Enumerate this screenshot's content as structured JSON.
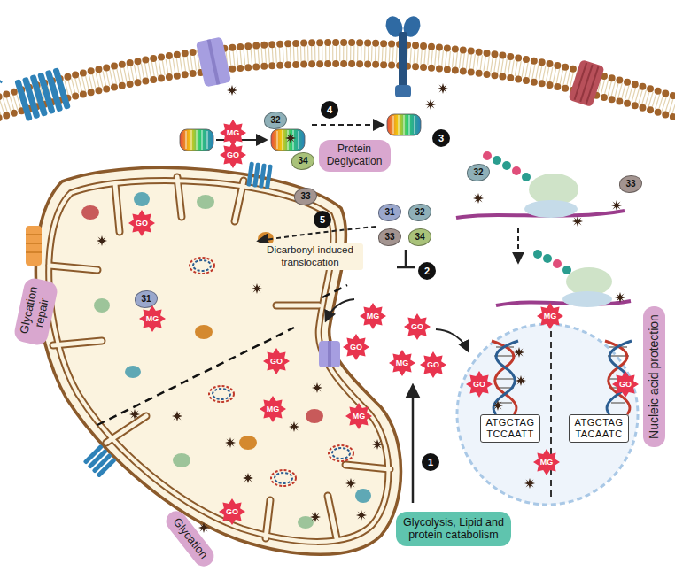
{
  "diagram": {
    "nodes": [
      {
        "text": [
          "MG"
        ]
      },
      {
        "text": [
          "GO"
        ]
      },
      {
        "text": [
          "32"
        ]
      },
      {
        "text": [
          "34"
        ]
      },
      {
        "text": [
          "4"
        ]
      },
      {
        "text": [
          "Protein Deglycation"
        ]
      },
      {
        "text": [
          "3"
        ]
      },
      {
        "text": [
          "32"
        ]
      },
      {
        "text": [
          "33"
        ]
      },
      {
        "text": [
          "33"
        ]
      },
      {
        "text": [
          "5"
        ]
      },
      {
        "text": [
          "31"
        ]
      },
      {
        "text": [
          "32"
        ]
      },
      {
        "text": [
          "33"
        ]
      },
      {
        "text": [
          "34"
        ]
      },
      {
        "text": [
          "2"
        ]
      },
      {
        "text": [
          "GO"
        ]
      },
      {
        "text": [
          "31"
        ]
      },
      {
        "text": [
          "MG"
        ]
      },
      {
        "text": [
          "MG"
        ]
      },
      {
        "text": [
          "GO"
        ]
      },
      {
        "text": [
          "GO"
        ]
      },
      {
        "text": [
          "MG"
        ]
      },
      {
        "text": [
          "GO"
        ]
      },
      {
        "text": [
          "GO"
        ]
      },
      {
        "text": [
          "MG"
        ]
      },
      {
        "text": [
          "MG"
        ]
      },
      {
        "text": [
          "GO"
        ]
      },
      {
        "text": [
          "MG"
        ]
      },
      {
        "text": [
          "GO"
        ]
      },
      {
        "text": [
          "GO"
        ]
      },
      {
        "text": [
          "MG"
        ]
      },
      {
        "text": [
          "ATGCTAG TCCAATT"
        ]
      },
      {
        "text": [
          "ATGCTAG TACAATC"
        ]
      },
      {
        "text": [
          "1"
        ]
      },
      {
        "text": [
          "Glycolysis, Lipid and protein catabolism"
        ]
      },
      {
        "text": [
          "Glycation repair"
        ]
      },
      {
        "text": [
          "Glycation"
        ]
      },
      {
        "text": [
          "Nucleic acid protection"
        ]
      }
    ],
    "labels": [
      "Dicarbonyl induced translocation"
    ]
  }
}
